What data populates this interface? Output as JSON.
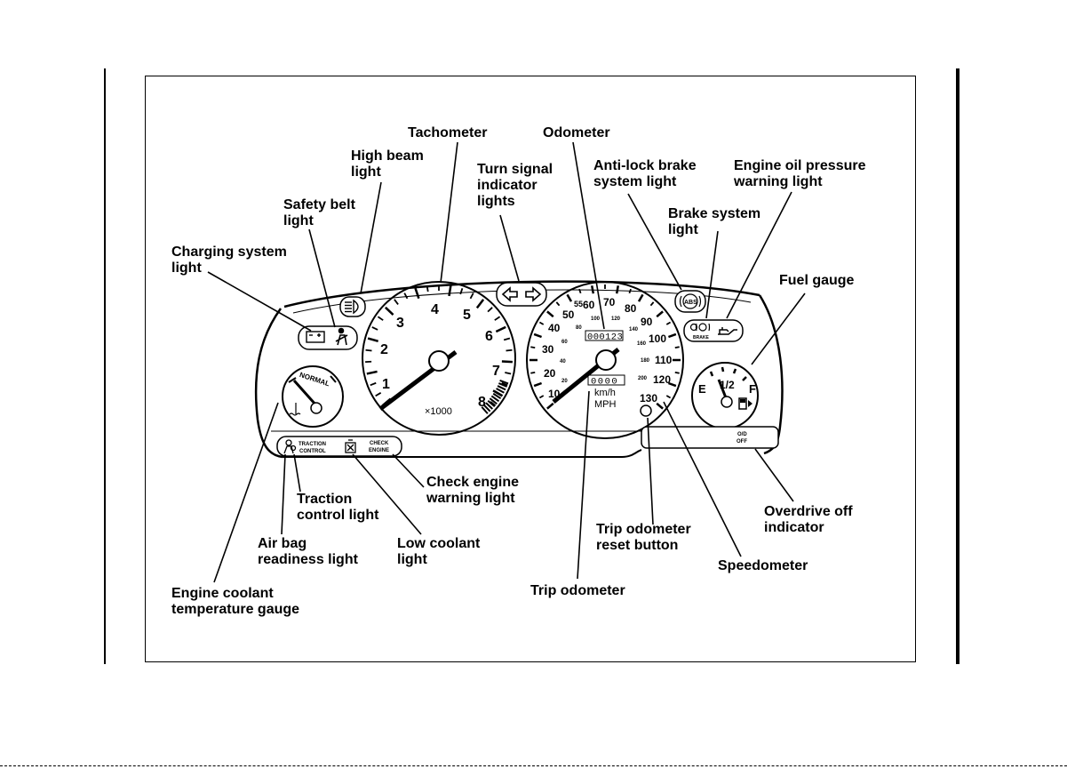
{
  "callouts": {
    "tachometer": "Tachometer",
    "odometer": "Odometer",
    "high_beam": [
      "High beam",
      "light"
    ],
    "turn_signal": [
      "Turn signal",
      "indicator",
      "lights"
    ],
    "abs": [
      "Anti-lock brake",
      "system light"
    ],
    "oil_pressure": [
      "Engine oil pressure",
      "warning light"
    ],
    "safety_belt": [
      "Safety belt",
      "light"
    ],
    "brake_system": [
      "Brake system",
      "light"
    ],
    "charging": [
      "Charging system",
      "light"
    ],
    "fuel_gauge": "Fuel gauge",
    "check_engine": [
      "Check engine",
      "warning light"
    ],
    "traction": [
      "Traction",
      "control light"
    ],
    "air_bag": [
      "Air bag",
      "readiness light"
    ],
    "low_coolant": [
      "Low coolant",
      "light"
    ],
    "trip_reset": [
      "Trip odometer",
      "reset button"
    ],
    "overdrive": [
      "Overdrive off",
      "indicator"
    ],
    "speedometer": "Speedometer",
    "trip_odometer": "Trip odometer",
    "coolant_temp": [
      "Engine coolant",
      "temperature gauge"
    ]
  },
  "cluster": {
    "tach_numbers": [
      "1",
      "2",
      "3",
      "4",
      "5",
      "6",
      "7",
      "8"
    ],
    "tach_unit": "×1000",
    "speed_mph": [
      "10",
      "20",
      "30",
      "40",
      "50",
      "55",
      "60",
      "70",
      "80",
      "90",
      "100",
      "110",
      "120",
      "130"
    ],
    "speed_kmh": [
      "20",
      "40",
      "60",
      "80",
      "100",
      "120",
      "140",
      "160",
      "180",
      "200"
    ],
    "odometer_reading": "000123",
    "trip_reading": "0000",
    "unit_kmh": "km/h",
    "unit_mph": "MPH",
    "temp_label": "NORMAL",
    "fuel_empty": "E",
    "fuel_half": "1/2",
    "fuel_full": "F",
    "abs_label": "ABS",
    "brake_label": "BRAKE",
    "traction_label": [
      "TRACTION",
      "CONTROL"
    ],
    "check_engine_label": [
      "CHECK",
      "ENGINE"
    ],
    "od_label": [
      "O/D",
      "OFF"
    ]
  }
}
